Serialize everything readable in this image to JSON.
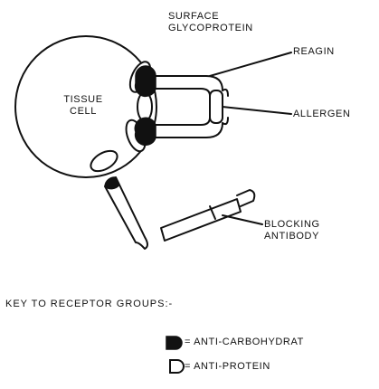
{
  "labels": {
    "surface_glycoprotein_line1": "SURFACE",
    "surface_glycoprotein_line2": "GLYCOPROTEIN",
    "reagin": "REAGIN",
    "tissue_line1": "TISSUE",
    "tissue_line2": "CELL",
    "allergen": "ALLERGEN",
    "blocking_line1": "BLOCKING",
    "blocking_line2": "ANTIBODY"
  },
  "key": {
    "title": "KEY TO RECEPTOR GROUPS:-",
    "items": [
      {
        "symbol": "filled",
        "text": "= ANTI-CARBOHYDRAT"
      },
      {
        "symbol": "open",
        "text": "= ANTI-PROTEIN"
      }
    ]
  },
  "colors": {
    "ink": "#111111",
    "paper": "#ffffff"
  }
}
